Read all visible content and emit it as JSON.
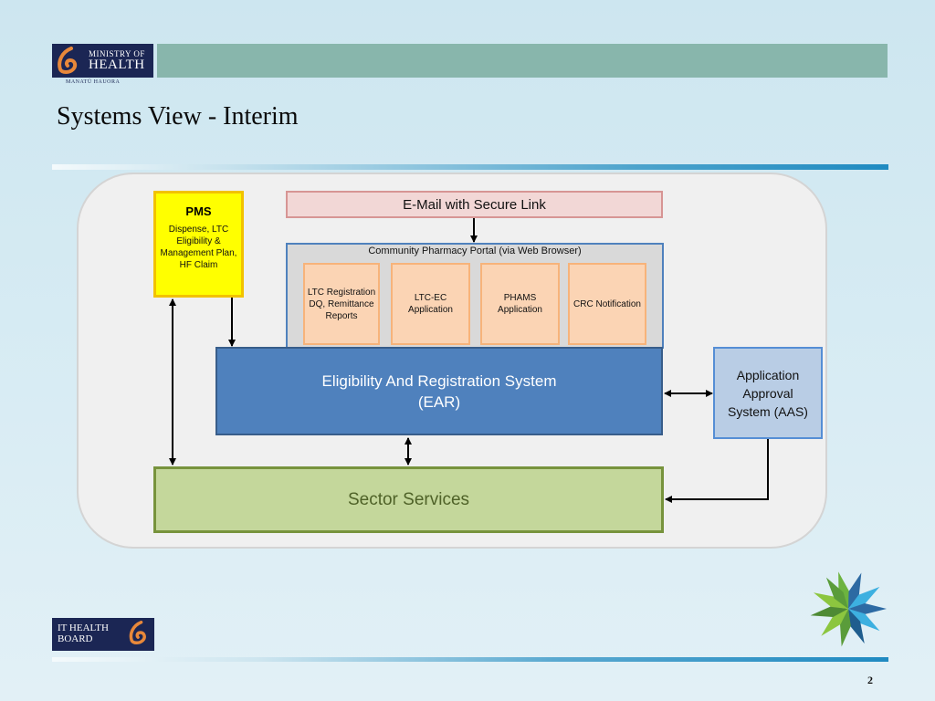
{
  "header": {
    "logo": {
      "line1": "MINISTRY OF",
      "line2": "HEALTH",
      "subtitle": "MANATŪ HAUORA",
      "icon": "koru-icon"
    },
    "title": "Systems View - Interim"
  },
  "diagram": {
    "pms": {
      "heading": "PMS",
      "description": "Dispense, LTC Eligibility & Management Plan, HF Claim",
      "color": "#ffff00"
    },
    "email": {
      "label": "E-Mail with Secure Link",
      "color": "#f2d7d6"
    },
    "portal": {
      "title": "Community Pharmacy Portal (via Web Browser)",
      "apps": [
        {
          "label": "LTC Registration DQ, Remittance Reports"
        },
        {
          "label": "LTC-EC Application"
        },
        {
          "label": "PHAMS Application"
        },
        {
          "label": "CRC Notification"
        }
      ],
      "app_color": "#fbd4b4"
    },
    "ear": {
      "line1": "Eligibility And Registration System",
      "line2": "(EAR)",
      "color": "#4f81bd"
    },
    "aas": {
      "label": "Application Approval System (AAS)",
      "color": "#b9cde5"
    },
    "sector": {
      "label": "Sector Services",
      "color": "#c4d79b"
    },
    "connections": [
      {
        "from": "email",
        "to": "portal",
        "direction": "one-way"
      },
      {
        "from": "pms",
        "to": "ear",
        "direction": "one-way"
      },
      {
        "from": "pms",
        "to": "sector",
        "direction": "two-way"
      },
      {
        "from": "ear",
        "to": "sector",
        "direction": "two-way"
      },
      {
        "from": "ear",
        "to": "aas",
        "direction": "two-way"
      },
      {
        "from": "aas",
        "to": "sector",
        "direction": "one-way"
      }
    ]
  },
  "footer": {
    "logo": {
      "text_line1": "IT HEALTH",
      "text_line2": "BOARD",
      "icon": "koru-icon"
    },
    "page_number": "2",
    "emblem": "star-emblem-icon"
  }
}
